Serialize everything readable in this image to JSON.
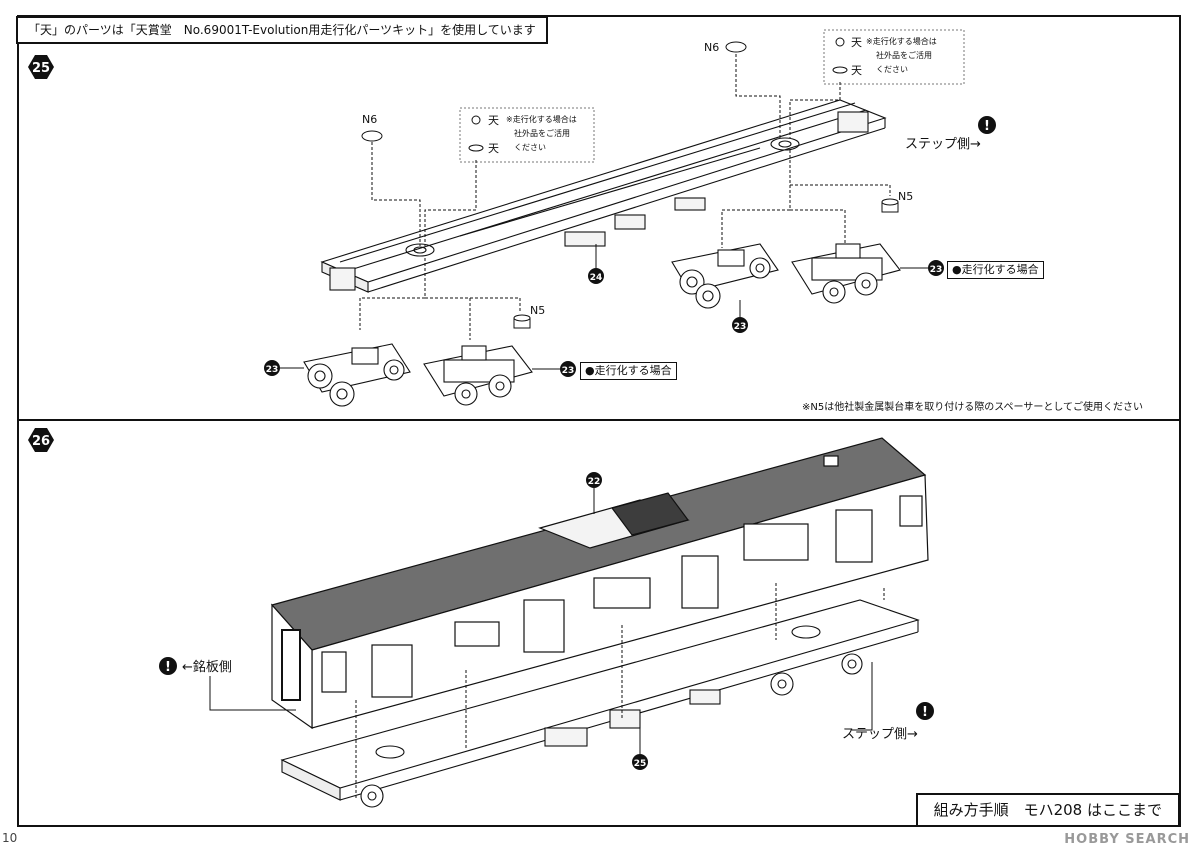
{
  "header_note": "「天」のパーツは「天賞堂　No.69001T-Evolution用走行化パーツキット」を使用しています",
  "steps": {
    "s25": {
      "number": "25"
    },
    "s26": {
      "number": "26"
    }
  },
  "parts": {
    "n6": "N6",
    "n5": "N5",
    "p23": "23",
    "p24": "24",
    "p22": "22",
    "p25": "25"
  },
  "ten_note": {
    "ten": "天",
    "line1": "※走行化する場合は",
    "line2": "社外品をご活用",
    "line3": "ください"
  },
  "step_side": "ステップ側→",
  "running_option": "●走行化する場合",
  "n5_note": "※N5は他社製金属製台車を取り付ける際のスペーサーとしてご使用ください",
  "name_plate_side": "←銘板側",
  "footer_title": "組み方手順　モハ208 はここまで",
  "page_number": "10",
  "watermark": "HOBBY SEARCH",
  "colors": {
    "ink": "#111111",
    "paper": "#ffffff"
  }
}
